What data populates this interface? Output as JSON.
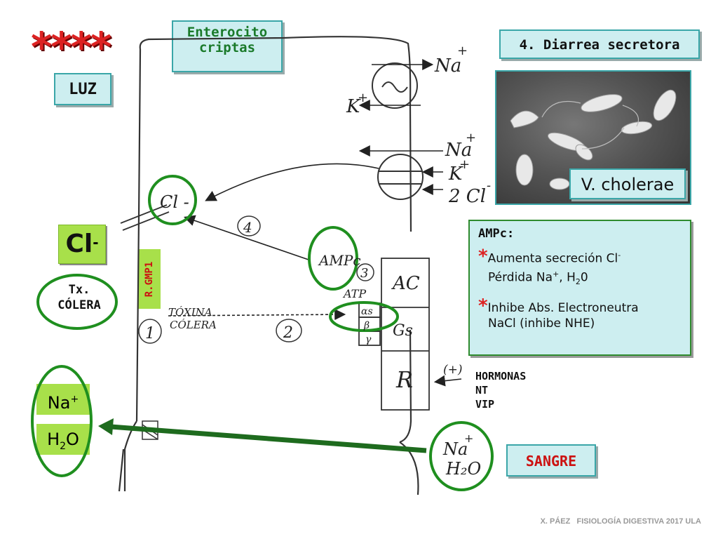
{
  "stars": "****",
  "title": "4. Diarrea secretora",
  "cell_type": "Enterocito\ncriptas",
  "lumen": "LUZ",
  "blood": "SANGRE",
  "photo_caption": "V. cholerae",
  "chloride_big": "Cl",
  "chloride_sup": "-",
  "toxin": "Tx.\nCÓLERA",
  "receptor": "R.GMP1",
  "lumen_na": "Na",
  "lumen_na_sup": "+",
  "lumen_h2o": "H",
  "lumen_h2o_sub": "2",
  "lumen_h2o_end": "O",
  "hormones": [
    "HORMONAS",
    "NT",
    "VIP"
  ],
  "plus": "(+)",
  "ampc_title": "AMPc:",
  "ampc_lines": [
    {
      "star": "*",
      "text": "Aumenta secreción Cl",
      "sup": "-"
    },
    {
      "star": "",
      "text": "Pérdida Na",
      "sup": "+",
      "tail": ", H",
      "sub": "2",
      "end": "0"
    },
    {
      "star": "*",
      "text": "Inhibe Abs. Electroneutra",
      "sup": ""
    },
    {
      "star": "",
      "text": "NaCl   (inhibe NHE)",
      "sup": ""
    }
  ],
  "handwritten": {
    "na_top": "Na",
    "plus": "+",
    "k_top": "K",
    "na_mid": "Na",
    "k_mid": "K",
    "cl_2": "2 Cl",
    "minus": "-",
    "cl_circle": "Cl -",
    "ampc": "AMPc",
    "atp": "ATP",
    "ac": "AC",
    "gs": "Gs",
    "r": "R",
    "alpha_s": "αs",
    "beta": "β",
    "gamma": "γ",
    "toxina": "TÓXINA",
    "colera": "CÓLERA",
    "n1": "1",
    "n2": "2",
    "n3": "3",
    "n4": "4",
    "blood_na": "Na",
    "blood_h2o": "H₂O"
  },
  "footer": "X. PÁEZ   FISIOLOGÍA DIGESTIVA 2017 ULA",
  "colors": {
    "teal_bg": "#cdeef0",
    "teal_border": "#3aa6a8",
    "lime": "#a8e04a",
    "green_circle": "#1f8f1f",
    "dark_green_arrow": "#1e6b1e",
    "star_red": "#d22",
    "sangre_red": "#cc1111"
  }
}
